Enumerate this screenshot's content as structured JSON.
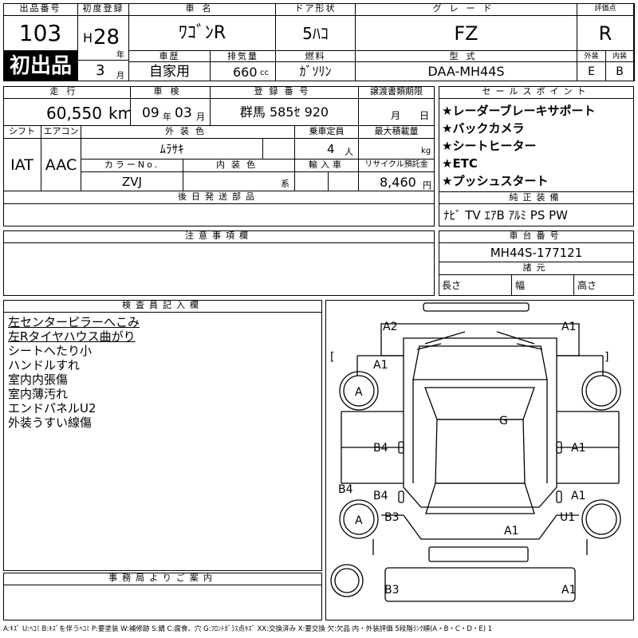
{
  "header": {
    "lot_no_label": "出品番号",
    "lot_no": "103",
    "first_time_badge": "初出品",
    "first_reg_label": "初度登録",
    "era": "H",
    "year": "28",
    "year_unit": "年",
    "month": "3",
    "month_unit": "月",
    "car_name_label": "車名",
    "car_name": "ﾜｺﾞﾝR",
    "door_label": "ドア形状",
    "door": "5ﾊｺ",
    "grade_label": "グレード",
    "grade": "FZ",
    "score_label": "評価点",
    "score": "R",
    "history_label": "車歴",
    "history": "自家用",
    "displacement_label": "排気量",
    "displacement": "660",
    "displacement_unit": "cc",
    "fuel_label": "燃料",
    "fuel": "ｶﾞｿﾘﾝ",
    "model_label": "型式",
    "model": "DAA-MH44S",
    "exterior_label": "外装",
    "exterior": "E",
    "interior_label": "内装",
    "interior": "B"
  },
  "row2": {
    "mileage_label": "走行",
    "mileage": "60,550",
    "mileage_unit": "km",
    "inspection_label": "車検",
    "inspection_year": "09",
    "inspection_year_unit": "年",
    "inspection_month": "03",
    "inspection_month_unit": "月",
    "reg_no_label": "登録番号",
    "reg_no": "群馬 585ｾ 920",
    "transfer_label": "譲渡書類期限",
    "transfer_month_unit": "月",
    "transfer_day_unit": "日"
  },
  "row3": {
    "shift_label": "シフト",
    "shift": "IAT",
    "ac_label": "エアコン",
    "ac": "AAC",
    "ext_color_label": "外装色",
    "ext_color": "ﾑﾗｻｷ",
    "capacity_label": "乗車定員",
    "capacity": "4",
    "capacity_unit": "人",
    "load_label": "最大積載量",
    "load_unit": "kg",
    "color_no_label": "カラーNo.",
    "color_no": "ZVJ",
    "int_color_label": "内装色",
    "int_color_unit": "系",
    "import_label": "輸入車",
    "recycle_label": "リサイクル預託金",
    "recycle": "8,460",
    "recycle_unit": "円"
  },
  "sales_points": {
    "title": "セールスポイント",
    "items": [
      "★レーダーブレーキサポート",
      "★バックカメラ",
      "★シートヒーター",
      "★ETC",
      "★プッシュスタート"
    ]
  },
  "later_parts": {
    "title": "後日発送部品"
  },
  "genuine": {
    "title": "純正装備",
    "value": "ﾅﾋﾞ TV ｴｱB ｱﾙﾐ PS PW"
  },
  "notes": {
    "title": "注意事項欄"
  },
  "chassis": {
    "title": "車台番号",
    "value": "MH44S-177121",
    "dims_title": "諸元",
    "length": "長さ",
    "width": "幅",
    "height": "高さ"
  },
  "inspector": {
    "title": "検査員記入欄",
    "lines": [
      "左センターピラーへこみ",
      "左Rタイヤハウス曲がり",
      "シートへたり小",
      "ハンドルすれ",
      "室内内張傷",
      "室内薄汚れ",
      "エンドパネルU2",
      "外装うすい線傷"
    ]
  },
  "office": {
    "title": "事務局よりご案内"
  },
  "diagram_marks": {
    "A2": "A2",
    "A1_front_right": "A1",
    "A1_front_left": "A1",
    "A_front_tire": "A",
    "G": "G",
    "B4_door_front": "B4",
    "A1_door_right_front": "A1",
    "B4_fender": "B4",
    "B4_door_rear": "B4",
    "A1_door_right_rear": "A1",
    "A_rear_tire": "A",
    "B3_quarter": "B3",
    "U1": "U1",
    "A1_rear": "A1",
    "B3_rear": "B3",
    "A1_rear_right": "A1",
    "bracket_l": "[",
    "bracket_r": "]"
  },
  "legend": "A:ｷｽﾞ U:ﾍｺﾐ B:ｷｽﾞを伴うﾍｺﾐ P:要塗装 W:補修跡 S:錆 C:腐食、穴 G:ﾌﾛﾝﾄｶﾞﾗｽ点ｷｽﾞ XX:交換済み X:要交換 欠:欠品 内・外装評価 5段階ﾗﾝｸ順(A・B・C・D・E) 1"
}
